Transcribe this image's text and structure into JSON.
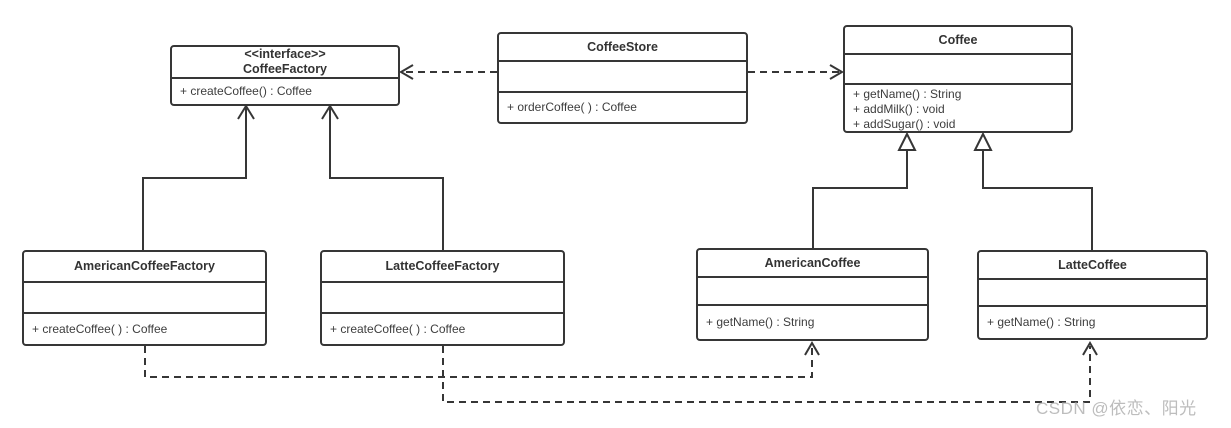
{
  "classes": {
    "coffee_factory": {
      "stereotype": "<<interface>>",
      "name": "CoffeeFactory",
      "methods": [
        "+ createCoffee() : Coffee"
      ]
    },
    "coffee_store": {
      "name": "CoffeeStore",
      "methods": [
        "+ orderCoffee( ) : Coffee"
      ]
    },
    "coffee": {
      "name": "Coffee",
      "methods": [
        "+ getName() : String",
        "+ addMilk() : void",
        "+ addSugar() : void"
      ]
    },
    "american_coffee_factory": {
      "name": "AmericanCoffeeFactory",
      "methods": [
        "+ createCoffee( ) : Coffee"
      ]
    },
    "latte_coffee_factory": {
      "name": "LatteCoffeeFactory",
      "methods": [
        "+ createCoffee( ) : Coffee"
      ]
    },
    "american_coffee": {
      "name": "AmericanCoffee",
      "methods": [
        "+ getName() : String"
      ]
    },
    "latte_coffee": {
      "name": "LatteCoffee",
      "methods": [
        "+ getName() : String"
      ]
    }
  },
  "watermark": "CSDN @依恋、阳光",
  "colors": {
    "line": "#363636",
    "border": "#363636",
    "text": "#333333",
    "watermark": "#bdbdbd",
    "background": "#ffffff"
  }
}
